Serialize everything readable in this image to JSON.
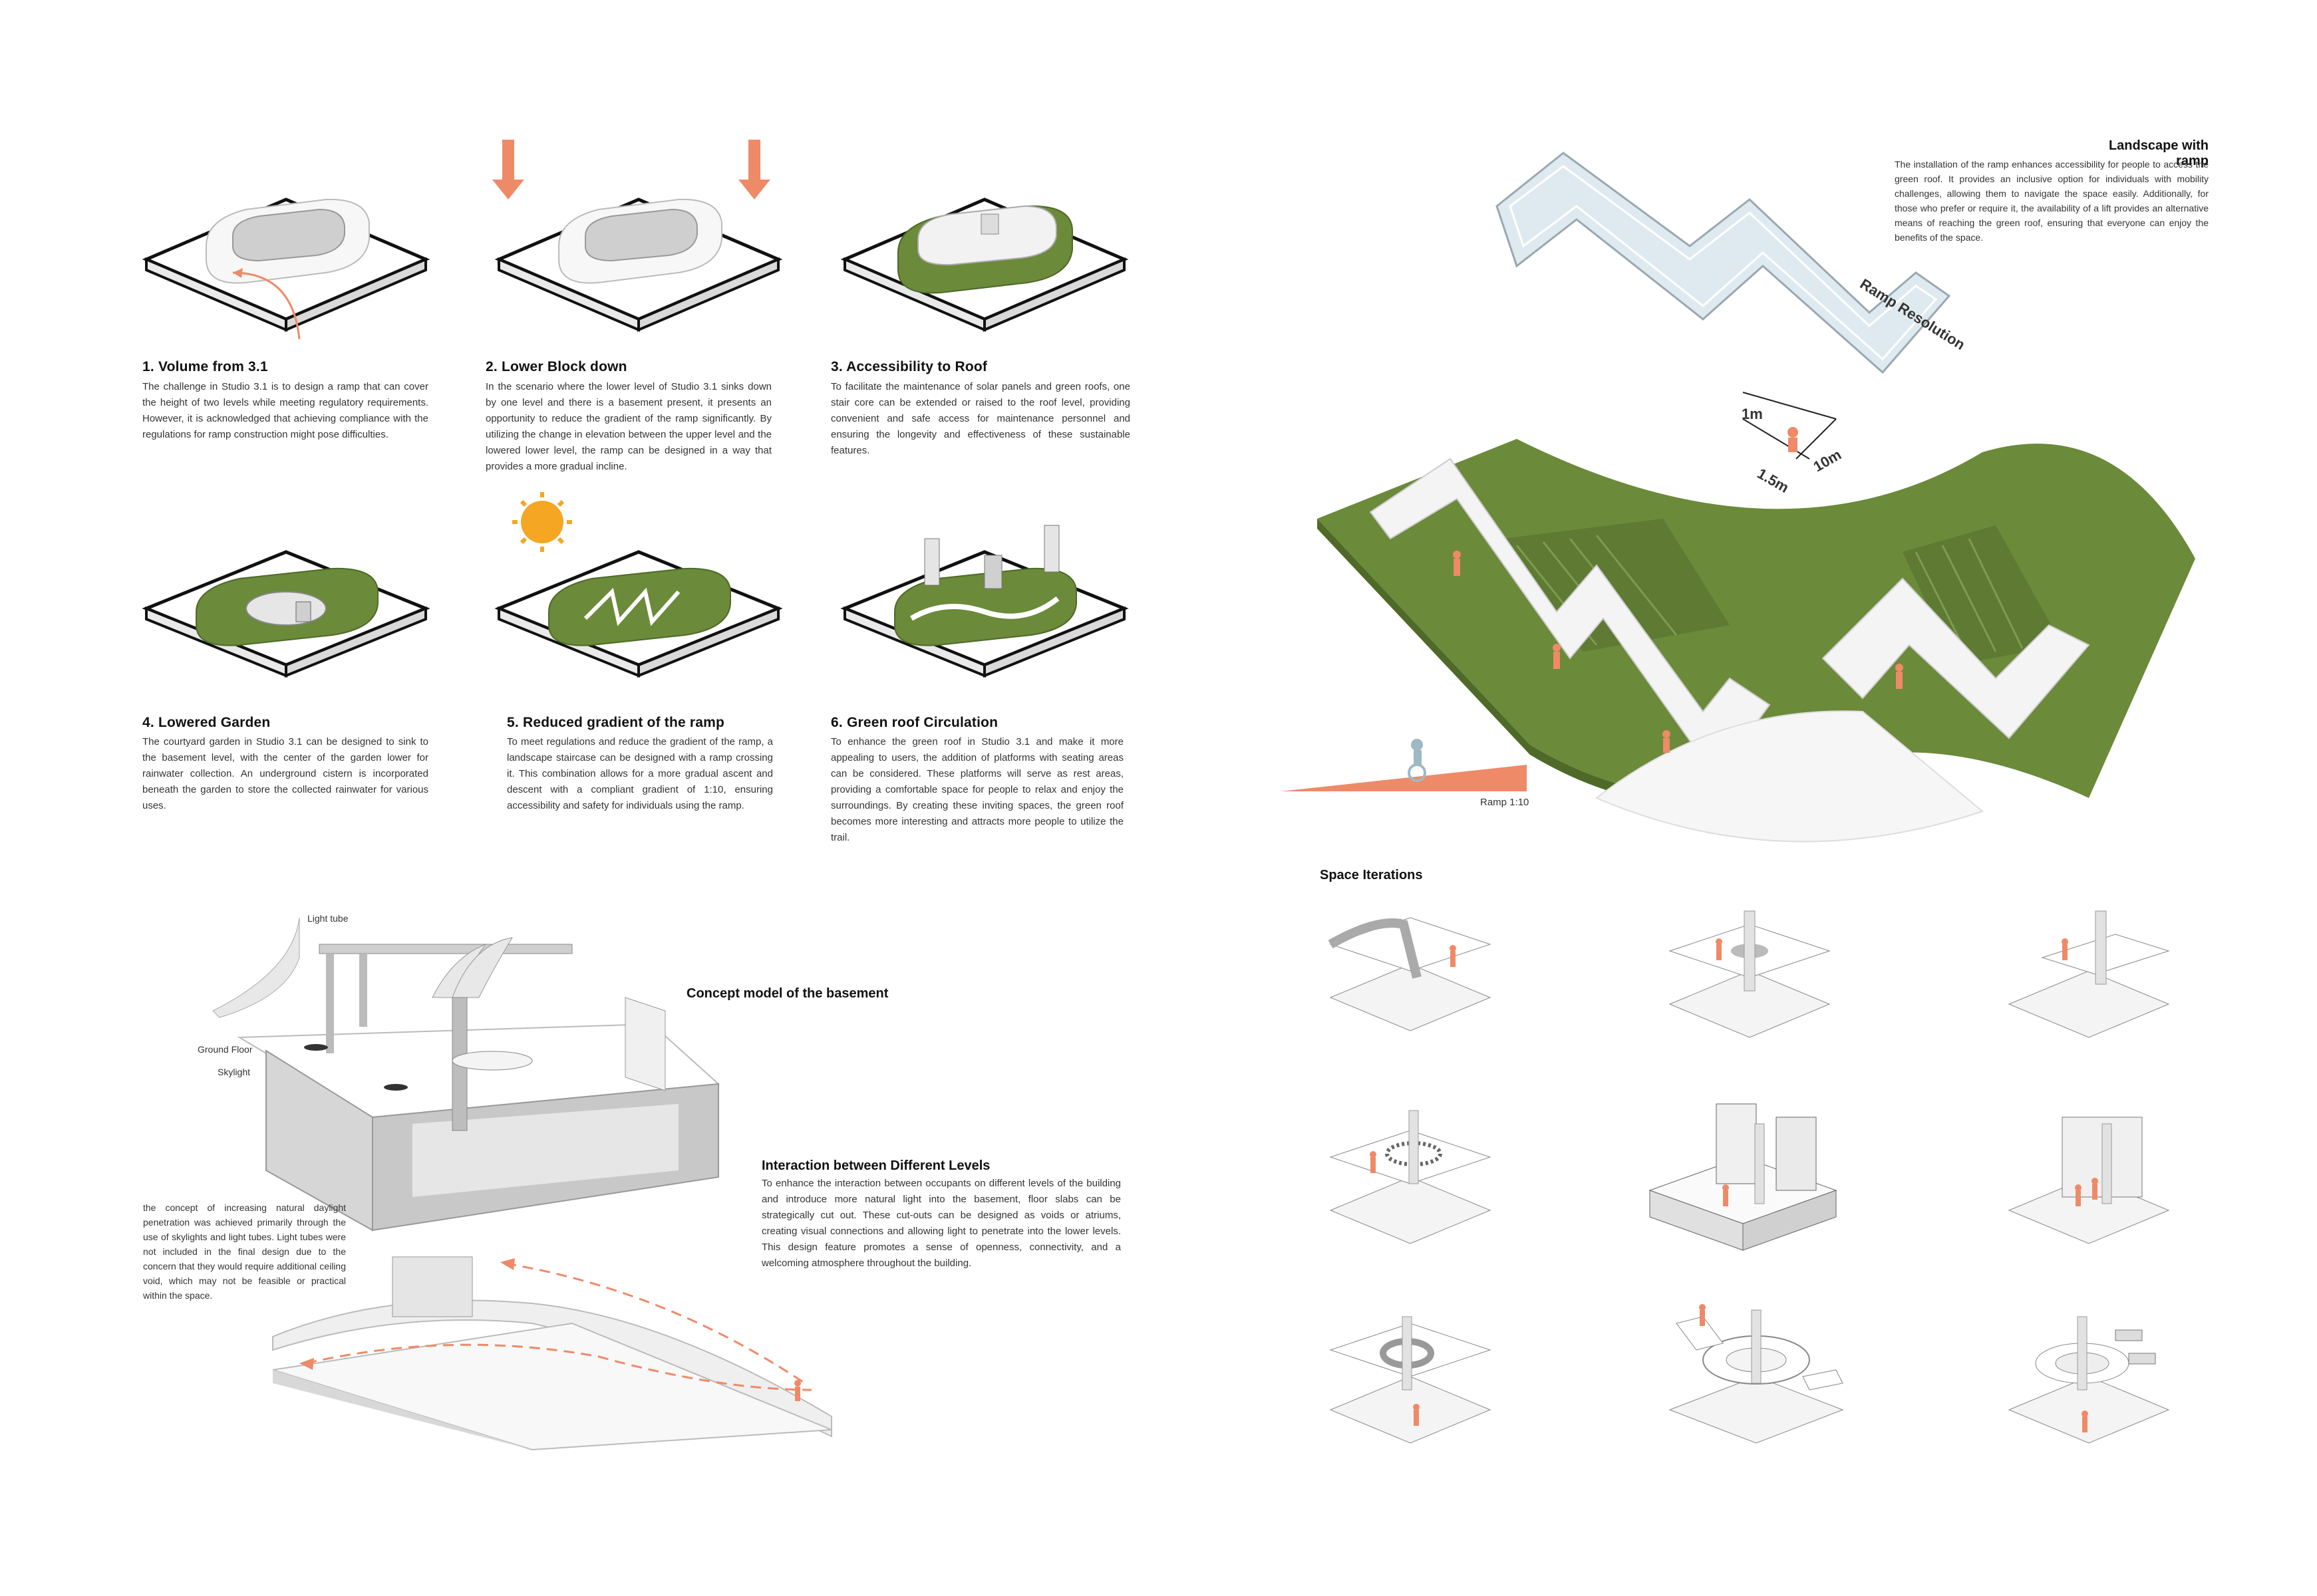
{
  "steps": [
    {
      "title": "1.  Volume from 3.1",
      "body": "The challenge in Studio 3.1 is to design a ramp that can cover the height of two levels while meeting regulatory requirements. However, it is acknowledged that achieving compliance with the regulations for ramp construction might pose difficulties."
    },
    {
      "title": "2. Lower Block down",
      "body": "In the scenario where the lower level of Studio 3.1 sinks down by one level and there is a basement present, it presents an opportunity to reduce the gradient of the ramp significantly. By utilizing the change in elevation between the upper level and the lowered lower level, the ramp can be designed in a way that provides a more gradual incline."
    },
    {
      "title": "3. Accessibility to Roof",
      "body": "To facilitate the maintenance of solar panels and green roofs, one stair core can be extended or raised to the roof level, providing convenient and safe access for maintenance personnel and ensuring the longevity and effectiveness of these sustainable features."
    },
    {
      "title": "4. Lowered Garden",
      "body": "The courtyard garden in Studio 3.1 can be designed to sink to the basement level, with the center of the garden lower for rainwater collection. An underground cistern is incorporated beneath the garden to store the collected rainwater for various uses."
    },
    {
      "title": "5.  Reduced gradient of the ramp",
      "body": "To meet regulations and reduce the gradient of the ramp, a landscape staircase can be designed with a ramp crossing it. This combination allows for a more gradual ascent and descent with a compliant gradient of 1:10, ensuring accessibility and safety for individuals using the ramp."
    },
    {
      "title": "6. Green roof Circulation",
      "body": "To enhance the green roof in Studio 3.1 and make it more appealing to users, the addition of platforms with seating areas can be considered. These platforms will serve as rest areas, providing a comfortable space for people to relax and enjoy the surroundings. By creating these inviting spaces, the green roof becomes more interesting and attracts more people to utilize the trail."
    }
  ],
  "landscape": {
    "title": "Landscape with ramp",
    "body": "The installation of the ramp enhances accessibility for people to access the green roof. It provides an inclusive option for individuals with mobility challenges, allowing them to navigate the space easily. Additionally, for those who prefer or require it, the availability of a lift provides an alternative means of reaching the green roof, ensuring that everyone can enjoy the benefits of the space.",
    "ramp_resolution": "Ramp Resolution",
    "dim_1m": "1m",
    "dim_10m": "10m",
    "dim_15m": "1.5m",
    "ramp_ratio": "Ramp 1:10"
  },
  "basement": {
    "title": "Concept model of the basement",
    "light_tube": "Light tube",
    "ground_floor": "Ground Floor",
    "skylight": "Skylight",
    "concept_text": "the concept of increasing natural daylight penetration was achieved primarily through the use of skylights and light tubes. Light tubes were not included in the final design due to the concern that they would require additional ceiling void, which may not be feasible or practical within the space."
  },
  "interaction": {
    "title": "Interaction between Different Levels",
    "body": "To enhance the interaction between occupants on different levels of the building and introduce more natural light into the basement, floor slabs can be strategically cut out. These cut-outs can be designed as voids or atriums, creating visual connections and allowing light to penetrate into the lower levels. This design feature promotes a sense of openness, connectivity, and a welcoming atmosphere throughout the building."
  },
  "space_iterations": {
    "title": "Space Iterations"
  },
  "colors": {
    "accent": "#ee8a68",
    "grass": "#6b8a3a",
    "ramp": "#dfeaf0",
    "outline": "#111111",
    "slab": "#f2f2f2"
  }
}
